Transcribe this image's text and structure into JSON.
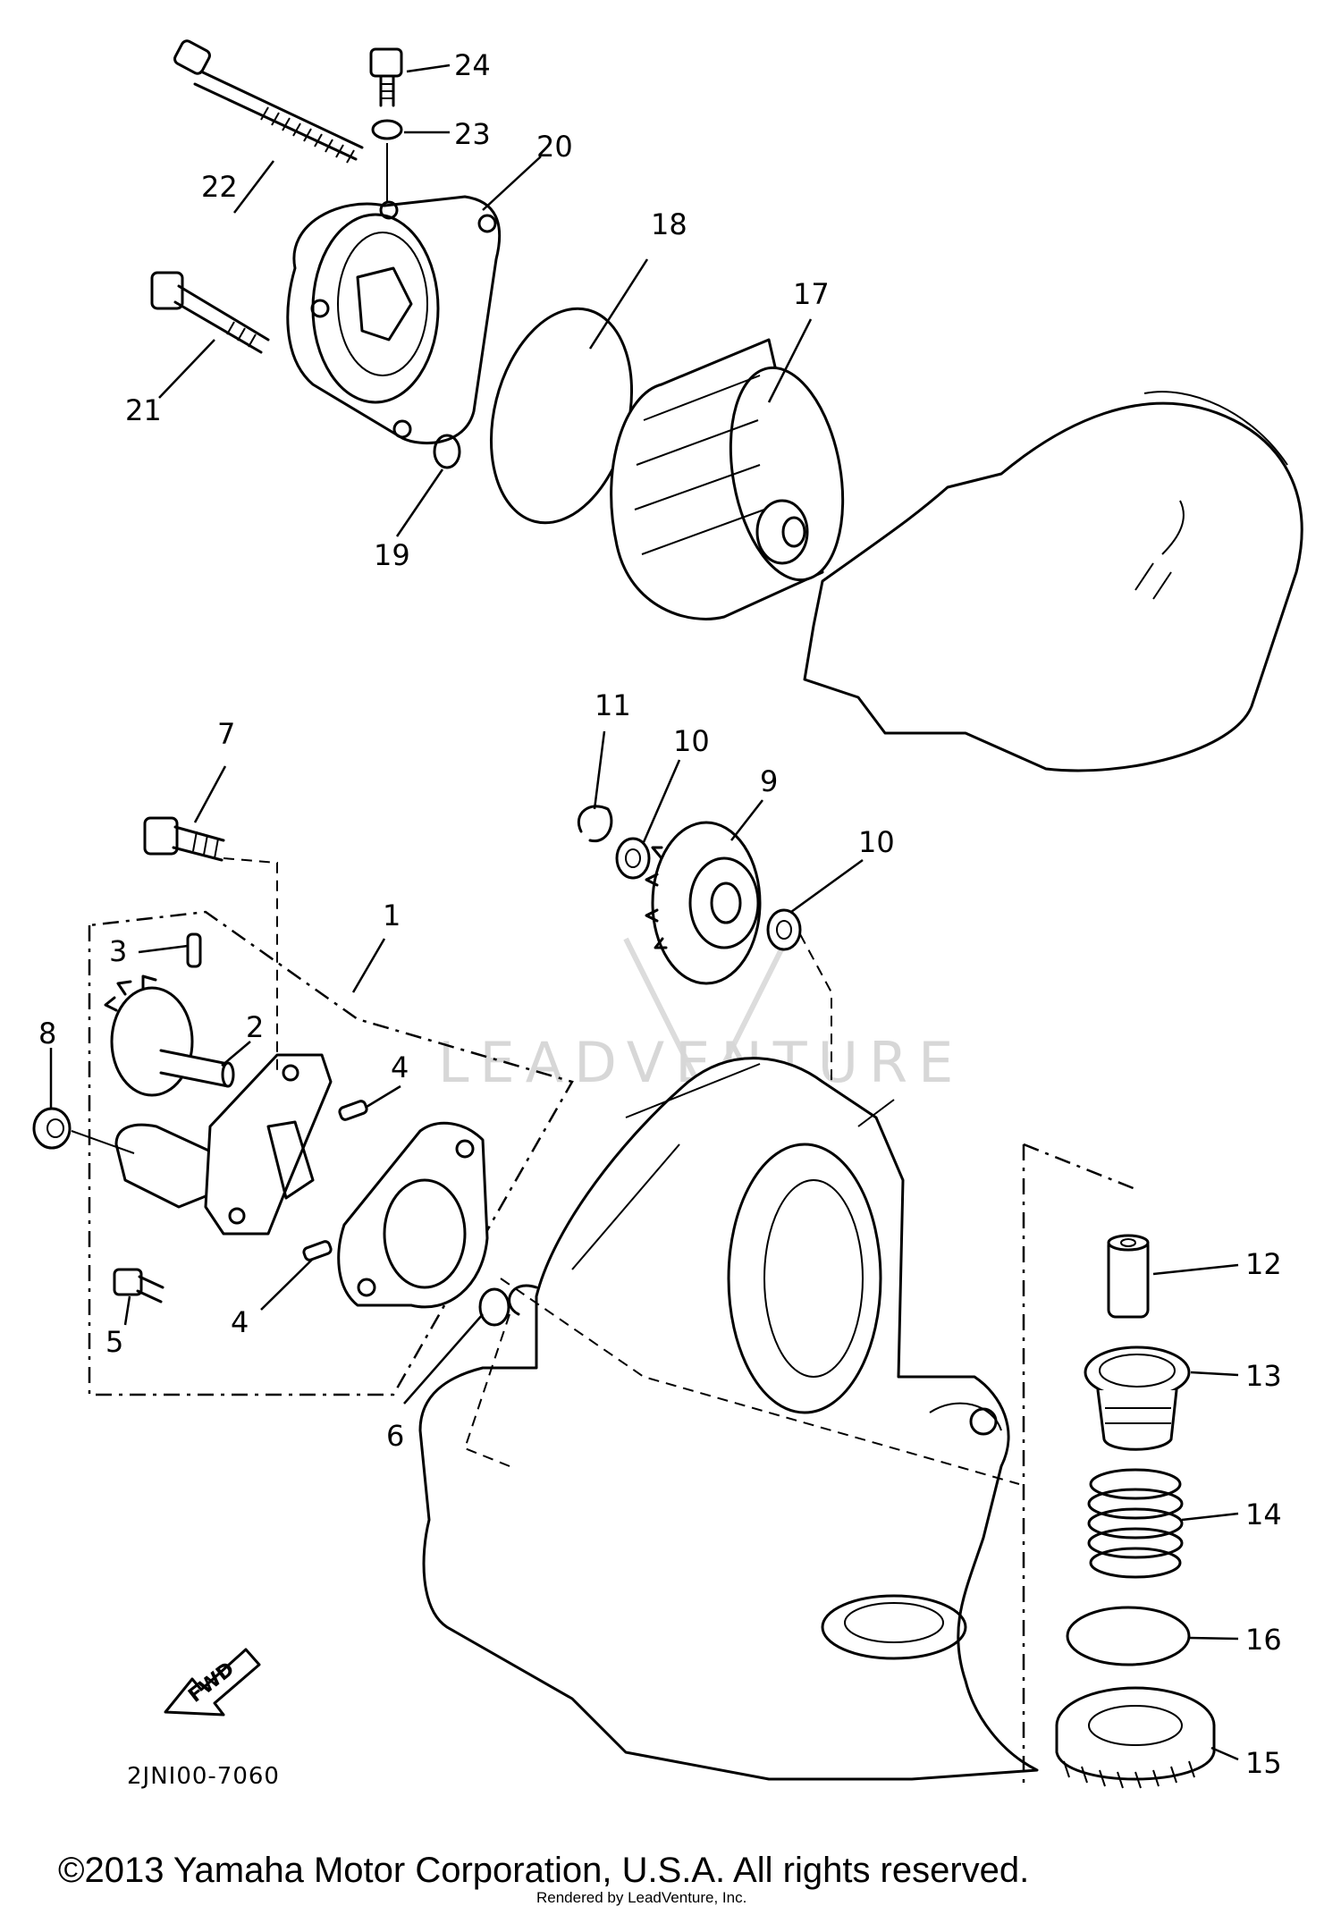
{
  "diagram": {
    "part_labels": {
      "p1": "1",
      "p2": "2",
      "p3": "3",
      "p4a": "4",
      "p4b": "4",
      "p5": "5",
      "p6": "6",
      "p7": "7",
      "p8": "8",
      "p9": "9",
      "p10a": "10",
      "p10b": "10",
      "p11": "11",
      "p12": "12",
      "p13": "13",
      "p14": "14",
      "p15": "15",
      "p16": "16",
      "p17": "17",
      "p18": "18",
      "p19": "19",
      "p20": "20",
      "p21": "21",
      "p22": "22",
      "p23": "23",
      "p24": "24"
    },
    "drawing_code": "2JNI00-7060",
    "fwd_tag": "FWD",
    "watermark": "LEADVENTURE",
    "copyright": "©2013 Yamaha Motor Corporation, U.S.A. All rights reserved.",
    "rendered_by": "Rendered by LeadVenture, Inc."
  }
}
